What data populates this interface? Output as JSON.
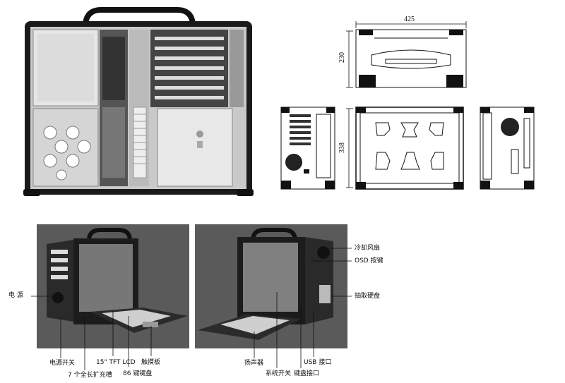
{
  "drawing": {
    "dim_width": "425",
    "dim_height_top": "230",
    "dim_height_front": "338"
  },
  "labels_left": {
    "power": "电 源",
    "power_switch": "电源开关",
    "expansion_slots": "7 个全长扩充槽",
    "lcd": "15\" TFT LCD",
    "touchpad": "触摸板",
    "keyboard": "86 键键盘"
  },
  "labels_right": {
    "cooling_fan": "冷却风扇",
    "osd_buttons": "OSD 按键",
    "removable_hdd": "抽取硬盘",
    "speaker": "扬声器",
    "system_switch": "系统开关",
    "keyboard_port": "键盘接口",
    "usb_port": "USB 接口"
  }
}
